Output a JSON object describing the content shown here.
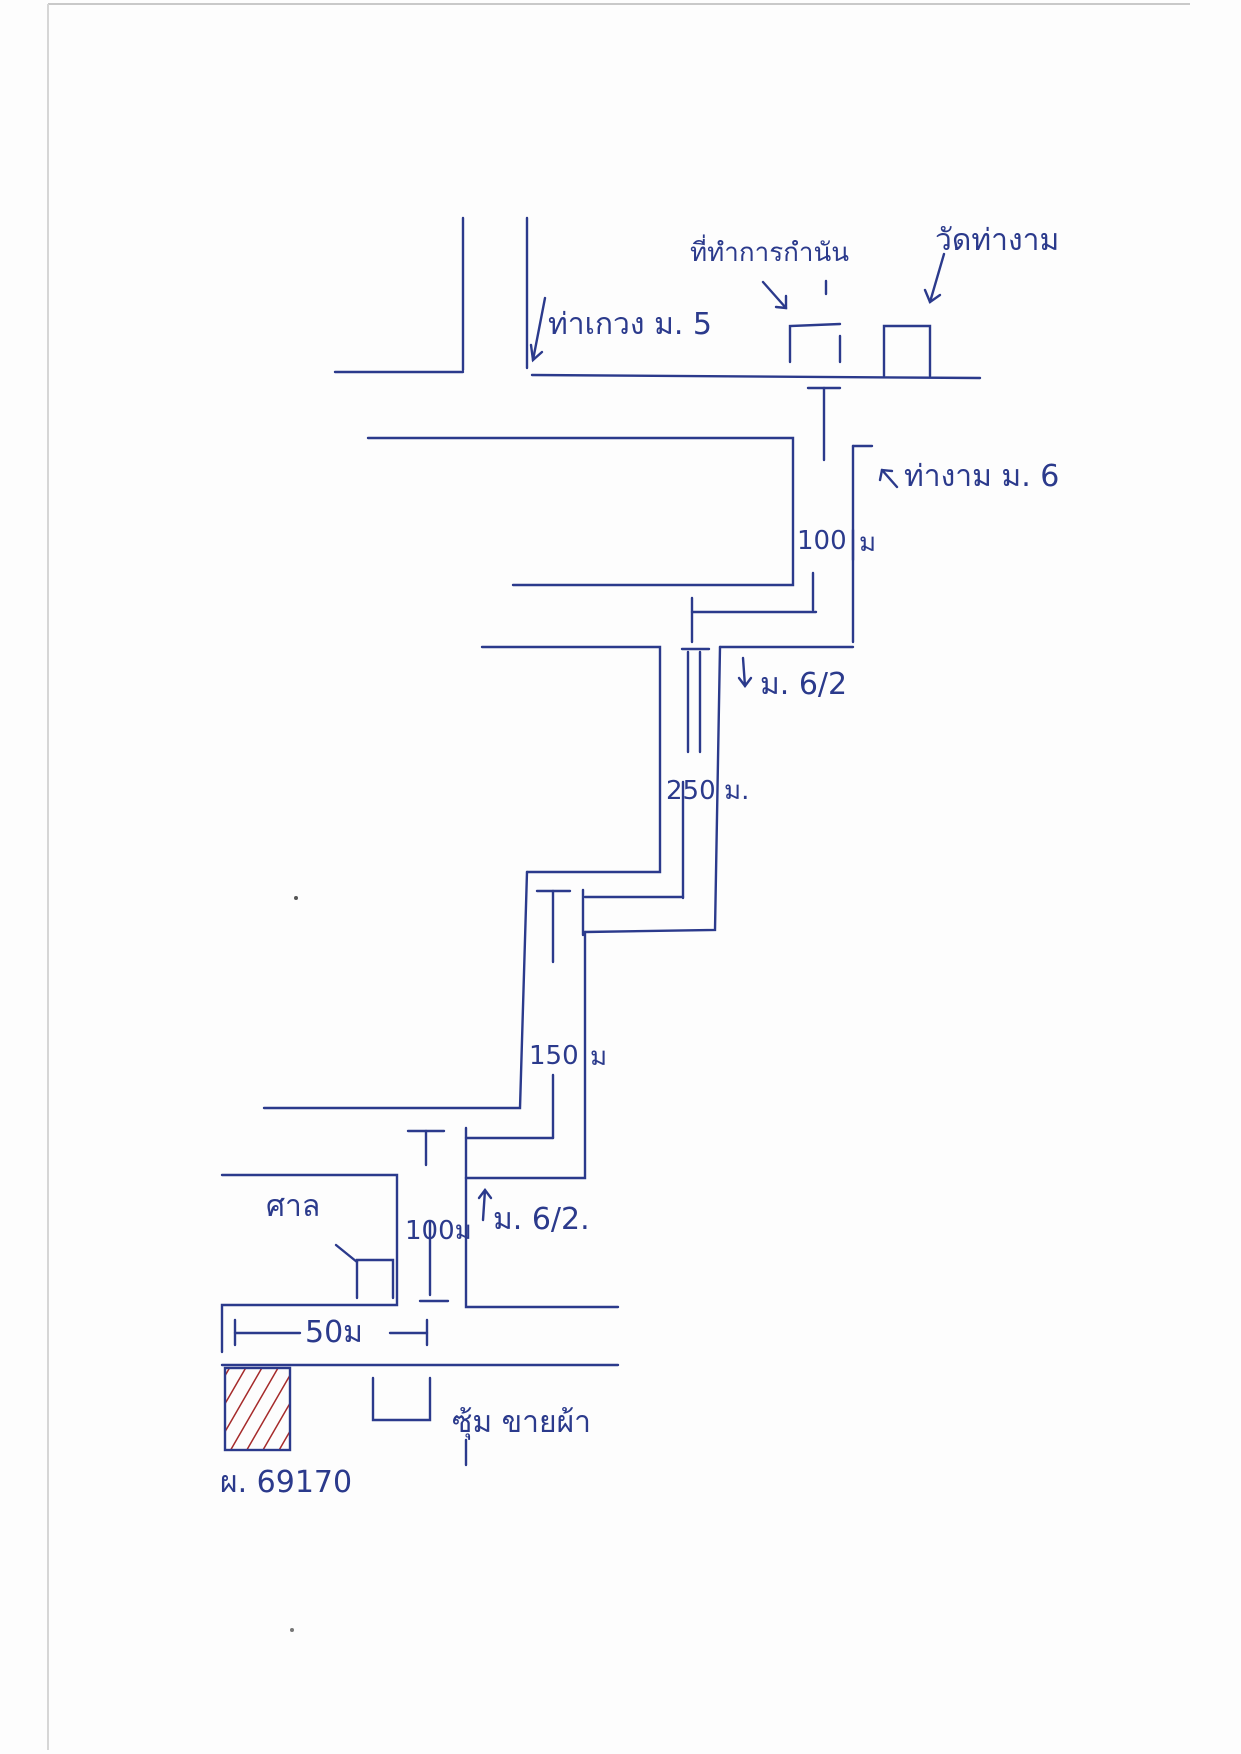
{
  "colors": {
    "ink": "#2b3a8c",
    "hatch": "#a52a2a",
    "paper": "#fdfdfd"
  },
  "labels": {
    "tha_kwao_m5": "ท่าเกวง ม. 5",
    "office": "ที่ทำการกำนัน",
    "wat": "วัดท่างาม",
    "tha_ngam_m6": "ท่างาม ม. 6",
    "m6_2_upper": "ม. 6/2",
    "m6_2_lower": "ม. 6/2.",
    "dist_100_top": "100",
    "unit_100_top": "ม",
    "dist_250": "250",
    "unit_250": "ม.",
    "dist_150": "150",
    "unit_150": "ม",
    "dist_100_bottom": "100ม",
    "dist_50": "50ม",
    "school": "ศาล",
    "shop": "ซุ้ม ขายผ้า",
    "plate": "ผ. 69170"
  }
}
